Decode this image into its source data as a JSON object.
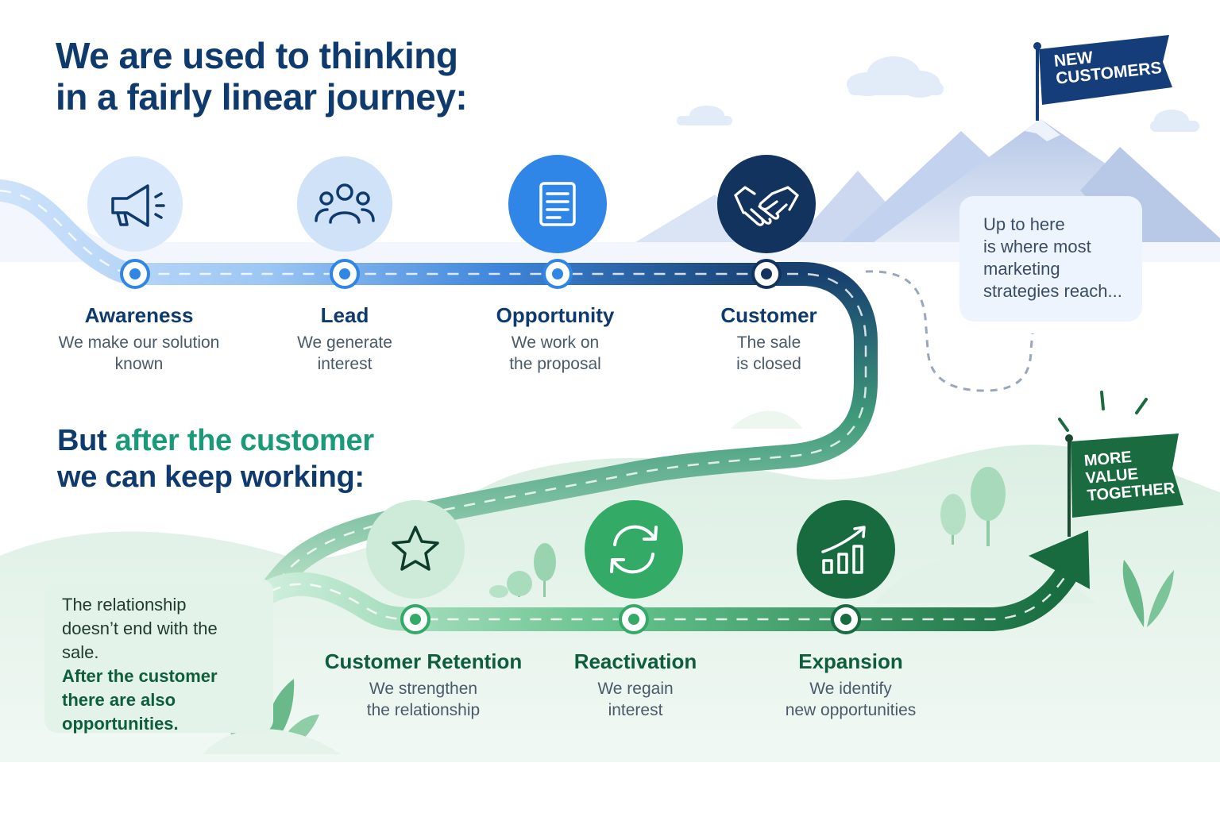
{
  "heading_top": {
    "line1": "We are used to thinking",
    "line2": "in a fairly linear journey:"
  },
  "heading_bottom": {
    "line1_plain": "But ",
    "line1_accent": "after the customer",
    "line2": "we can keep working:"
  },
  "flags": {
    "new_customers": {
      "line1": "NEW",
      "line2": "CUSTOMERS"
    },
    "more_value": {
      "line1": "MORE",
      "line2": "VALUE",
      "line3": "TOGETHER"
    }
  },
  "note_top": {
    "line1": "Up to here",
    "line2": "is where most",
    "line3": "marketing",
    "line4": "strategies reach..."
  },
  "note_bottom": {
    "line1": "The relationship",
    "line2": "doesn’t end with the sale.",
    "line3": "After the customer",
    "line4": "there are also",
    "line5": "opportunities."
  },
  "stages_top": [
    {
      "icon": "megaphone-icon",
      "title": "Awareness",
      "desc1": "We make our solution",
      "desc2": "known"
    },
    {
      "icon": "group-icon",
      "title": "Lead",
      "desc1": "We generate",
      "desc2": "interest"
    },
    {
      "icon": "document-icon",
      "title": "Opportunity",
      "desc1": "We work on",
      "desc2": "the proposal"
    },
    {
      "icon": "handshake-icon",
      "title": "Customer",
      "desc1": "The sale",
      "desc2": "is closed"
    }
  ],
  "stages_bottom": [
    {
      "icon": "star-icon",
      "title": "Customer Retention",
      "desc1": "We strengthen",
      "desc2": "the relationship"
    },
    {
      "icon": "refresh-icon",
      "title": "Reactivation",
      "desc1": "We regain",
      "desc2": "interest"
    },
    {
      "icon": "growth-chart-icon",
      "title": "Expansion",
      "desc1": "We identify",
      "desc2": "new opportunities"
    }
  ],
  "colors": {
    "navy": "#0f3a6e",
    "teal_accent": "#1a9a78",
    "blue_light": "#dbe9fb",
    "blue_mid": "#2f86e6",
    "navy_dark": "#13335f",
    "green_light": "#d5efdf",
    "green_mid": "#33aa66",
    "green_dark": "#176b3f",
    "flag_navy": "#143d7a",
    "flag_green": "#1b6b41"
  }
}
